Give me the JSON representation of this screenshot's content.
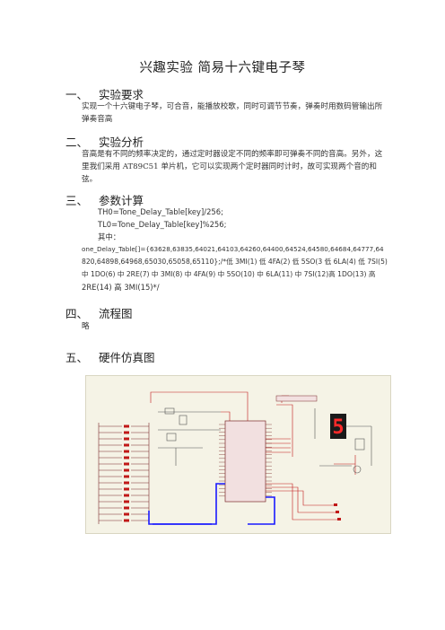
{
  "title": "兴趣实验  简易十六键电子琴",
  "sections": [
    {
      "num": "一、",
      "heading": "实验要求",
      "body": "实现一个十六键电子琴，可合音，能播放校歌，同时可调节节奏，弹奏时用数码管输出所弹奏音高"
    },
    {
      "num": "二、",
      "heading": "实验分析",
      "body": "音高是有不同的频率决定的，通过定时器设定不同的频率即可弹奏不同的音高。另外，这里我们采用 AT89C51 单片机，它可以实现两个定时器同时计时，故可实现两个音的和弦。"
    },
    {
      "num": "三、",
      "heading": "参数计算"
    },
    {
      "num": "四、",
      "heading": "流程图",
      "body": "略"
    },
    {
      "num": "五、",
      "heading": "硬件仿真图"
    }
  ],
  "params": {
    "line1": "TH0=Tone_Delay_Table[key]/256;",
    "line2": "TL0=Tone_Delay_Table[key]%256;",
    "line3": "其中：",
    "line4": "one_Delay_Table[]={63628,63835,64021,64103,64260,64400,64524,64580,64684,64777,64",
    "line5": "820,64898,64968,65030,65058,65110};/*低 3MI(1)  低 4FA(2)  低 5SO(3  低 6LA(4)  低 7SI(5)",
    "line6": "中 1DO(6)  中 2RE(7)  中 3MI(8)  中 4FA(9)  中 5SO(10)  中 6LA(11)  中 7SI(12)高 1DO(13)  高",
    "line7": "2RE(14)  高 3MI(15)*/"
  },
  "figure": {
    "display_digit": "5",
    "colors": {
      "board": "#f5f3e6",
      "wire_blue": "#1a1aff",
      "wire_red": "#c01818",
      "segment_bg": "#1a1a1a",
      "segment_on": "#ff2a2a",
      "chip": "#f2e0e0"
    }
  }
}
